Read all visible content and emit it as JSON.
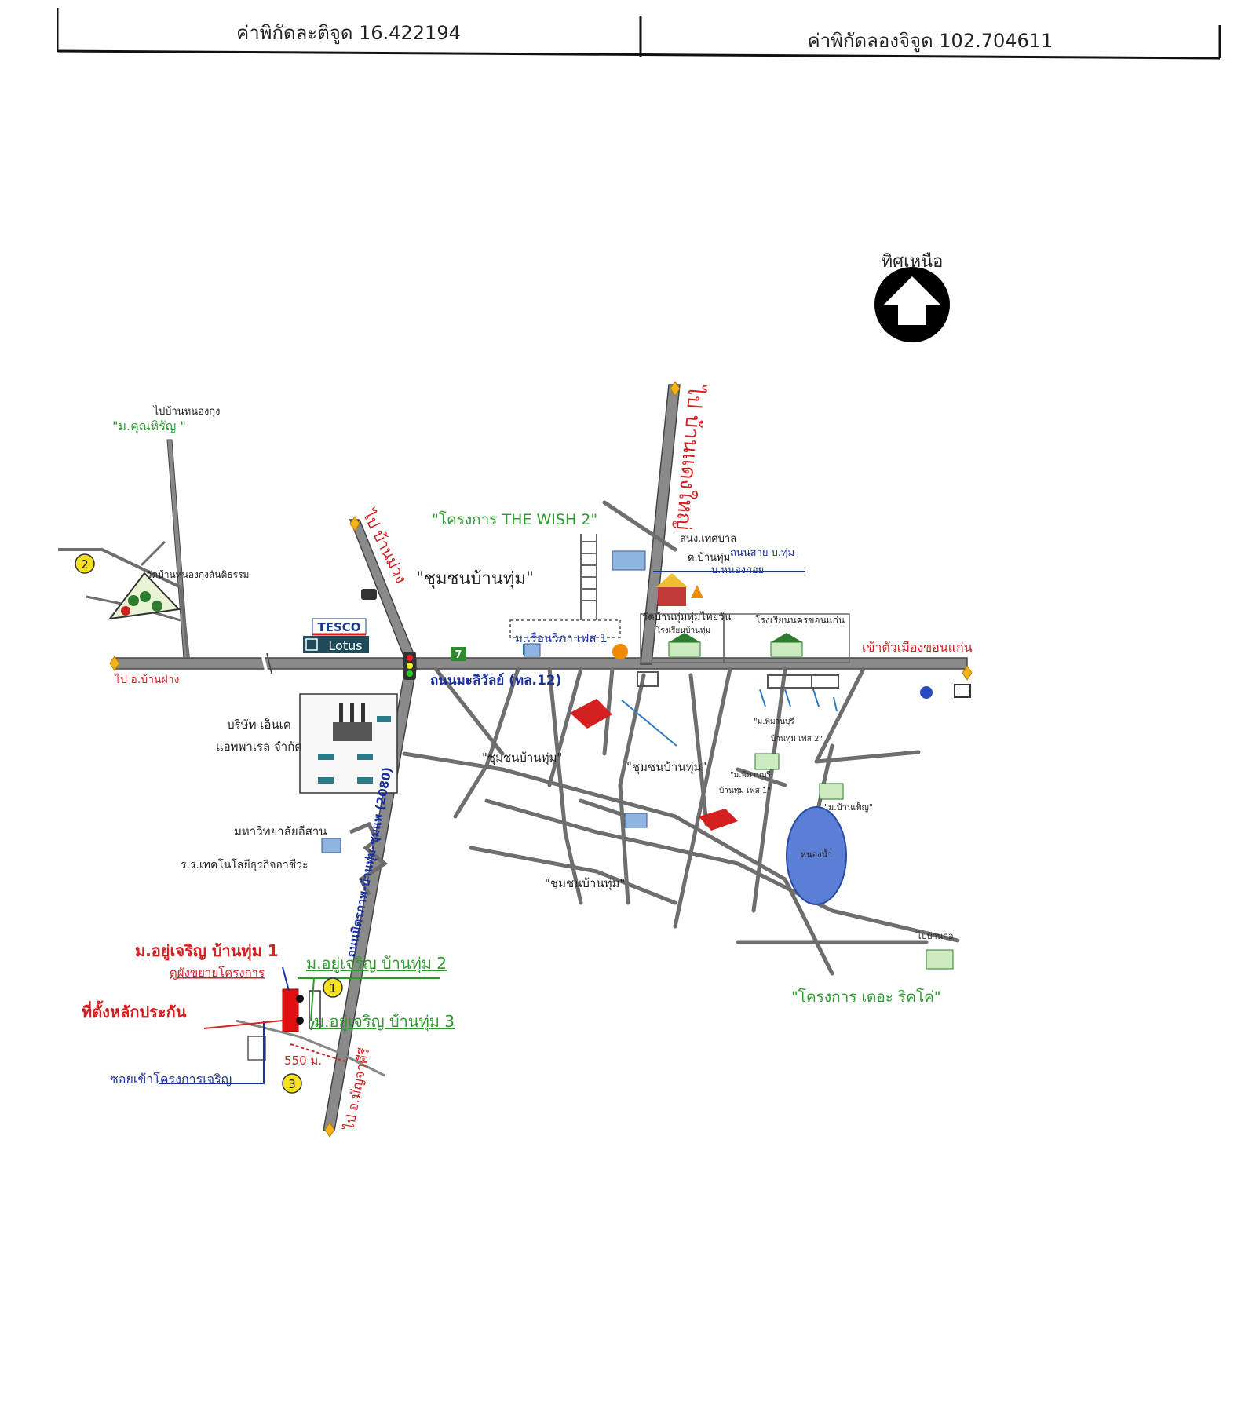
{
  "header": {
    "latitude_label": "ค่าพิกัดละติจูด 16.422194",
    "longitude_label": "ค่าพิกัดลองจิจูด 102.704611"
  },
  "map": {
    "north_label": "ทิศเหนือ",
    "labels": {
      "to_ban_nong_kung": "ไปบ้านหนองกุง",
      "m_khunthirin": "\"ม.คุณหิรัญ \"",
      "wat_ban_nong_kung": "วัดบ้านหนองกุงสันติธรรม",
      "to_ban_fang_road": "ไป อ.บ้านฝาง",
      "to_ban_muang": "ไป บ้านม่วง",
      "chumchon_ban_thum_main": "\"ชุมชนบ้านทุ่ม\"",
      "the_wish_2": "\"โครงการ THE WISH 2\"",
      "to_ban_daeng_yai": "ไป บ้านแดงใหญ่",
      "tesco": "TESCO",
      "lotus": "Lotus",
      "thanon_mali": "ถนนมะลิวัลย์ (ทล.12)",
      "enter_khon_kaen": "เข้าตัวเมืองขอนแก่น",
      "m_ruen_wipa": "ม.เรือนวิภา เฟส 1",
      "sanong_tessaban": "สนง.เทศบาล",
      "t_ban_thum": "ต.บ้านทุ่ม",
      "thanon_sai": "ถนนสาย บ.ทุ่ม-",
      "ban_nong_koi": "บ.หนองกอย",
      "wat_ban_thum": "วัดบ้านทุ่มทุ่มไทยวัน",
      "school_ban_thum": "โรงเรียนบ้านทุ่ม",
      "school_nakhon_khon_kaen": "โรงเรียนนครขอนแก่น",
      "company_line1": "บริษัท เอ็นเค",
      "company_line2": "แอพพาเรล จำกัด",
      "chumchon_1": "\"ชุมชนบ้านทุ่ม\"",
      "chumchon_2": "\"ชุมชนบ้านทุ่ม\"",
      "chumchon_3": "\"ชุมชนบ้านทุ่ม\"",
      "university": "มหาวิทยาลัยอีสาน",
      "tech_school": "ร.ร.เทคโนโลยีธุรกิจอาชีวะ",
      "m_phimanburi_2": "\"ม.พิมานบุรี",
      "phimanburi_2b": "บ้านทุ่ม เฟส 2\"",
      "m_phimanburi_1": "\"ม.พิมานบุรี",
      "phimanburi_1b": "บ้านทุ่ม เฟส 1\"",
      "ban_phen": "\"ม.บ้านเพ็ญ\"",
      "nong_nam": "หนองน้ำ",
      "route_2080": "ถนนมิตรภาพ-บ้านทุ่ม-ชุมแพ (2080)",
      "to_ubon": "ไป อ.มัญจาคีรี",
      "ma_yu_charoen_1": "ม.อยู่เจริญ บ้านทุ่ม 1",
      "expand_project": "ดูผังขยายโครงการ",
      "ma_yu_charoen_2": "ม.อยู่เจริญ บ้านทุ่ม 2",
      "collateral_location": "ที่ตั้งหลักประกัน",
      "ma_yu_charoen_3": "ม.อยู่เจริญ บ้านทุ่ม 3",
      "distance": "550 ม.",
      "soi_to_charoen": "ซอยเข้าโครงการเจริญ",
      "the_rich": "\"โครงการ เดอะ ริคโค่\"",
      "to_ban_right": "ไปบ้านกอ",
      "circle_1": "1",
      "circle_2": "2",
      "circle_3": "3"
    }
  }
}
